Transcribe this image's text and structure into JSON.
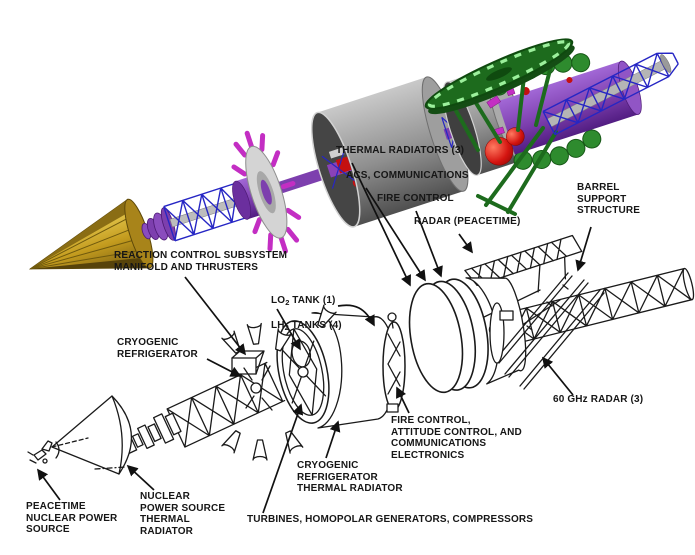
{
  "labels": {
    "thermal_radiators": "THERMAL RADIATORS (3)",
    "acs_communications": "ACS, COMMUNICATIONS",
    "fire_control": "FIRE CONTROL",
    "radar_peacetime": "RADAR (PEACETIME)",
    "barrel_support": "BARREL\nSUPPORT\nSTRUCTURE",
    "reaction_control": "REACTION CONTROL SUBSYSTEM\nMANIFOLD AND THRUSTERS",
    "tanks": {
      "l1_pre": "LO",
      "l1_sub": "2",
      "l1_post": " TANK (1)",
      "l2_pre": "LH",
      "l2_sub": "2",
      "l2_post": " TANKS (4)"
    },
    "cryogenic_refrigerator": "CRYOGENIC\nREFRIGERATOR",
    "peacetime_nuclear_source": "PEACETIME\nNUCLEAR POWER\nSOURCE",
    "nuclear_radiator": "NUCLEAR\nPOWER SOURCE\nTHERMAL\nRADIATOR",
    "fire_attitude_comm": "FIRE CONTROL,\nATTITUDE CONTROL, AND\nCOMMUNICATIONS\nELECTRONICS",
    "cryo_thermal_radiator": "CRYOGENIC\nREFRIGERATOR\nTHERMAL RADIATOR",
    "turbines": "TURBINES, HOMOPOLAR GENERATORS, COMPRESSORS",
    "radar_60ghz": "60 GHz RADAR (3)"
  },
  "colors": {
    "background": "#ffffff",
    "line_art": "#1a1a1a",
    "label_text": "#161616",
    "cone_gold": "#c9a227",
    "truss_blue": "#2626c4",
    "purple": "#7d3fae",
    "thruster_magenta": "#c32ec3",
    "cylinder_gray": "#8f8f8f",
    "dish_green": "#1d6b1d",
    "dish_dash_green": "#9cf09c",
    "radiator_green": "#2e8b2e",
    "sphere_red": "#c41010",
    "torus_gray": "#d4d4d4"
  }
}
